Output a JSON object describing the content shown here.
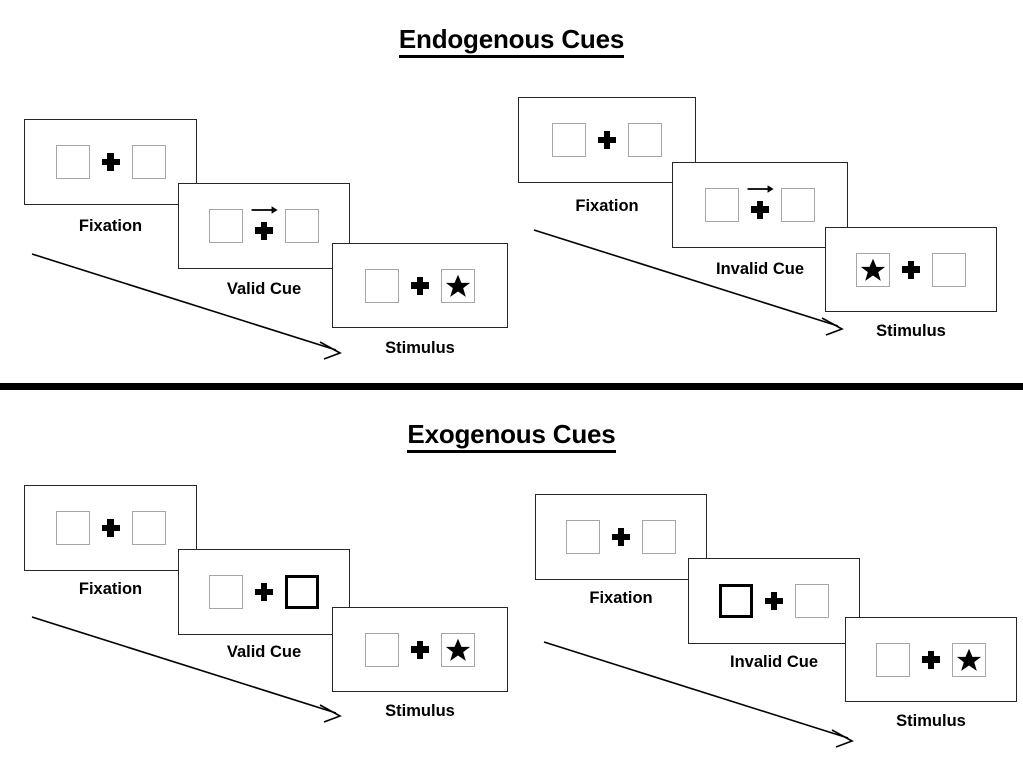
{
  "sections": [
    {
      "id": "endogenous",
      "title": "Endogenous Cues",
      "sequences": [
        {
          "id": "endogenous-valid",
          "panels": [
            {
              "id": "fixation",
              "label": "Fixation",
              "left_box": "empty",
              "right_box": "empty",
              "center": "plus",
              "cue": "none"
            },
            {
              "id": "valid-cue",
              "label": "Valid Cue",
              "left_box": "empty",
              "right_box": "empty",
              "center": "plus-with-arrow",
              "cue": "arrow-right-icon"
            },
            {
              "id": "stimulus",
              "label": "Stimulus",
              "left_box": "empty",
              "right_box": "star",
              "center": "plus",
              "cue": "none"
            }
          ]
        },
        {
          "id": "endogenous-invalid",
          "panels": [
            {
              "id": "fixation",
              "label": "Fixation",
              "left_box": "empty",
              "right_box": "empty",
              "center": "plus",
              "cue": "none"
            },
            {
              "id": "invalid-cue",
              "label": "Invalid Cue",
              "left_box": "empty",
              "right_box": "empty",
              "center": "plus-with-arrow",
              "cue": "arrow-right-icon"
            },
            {
              "id": "stimulus",
              "label": "Stimulus",
              "left_box": "star",
              "right_box": "empty",
              "center": "plus",
              "cue": "none"
            }
          ]
        }
      ]
    },
    {
      "id": "exogenous",
      "title": "Exogenous Cues",
      "sequences": [
        {
          "id": "exogenous-valid",
          "panels": [
            {
              "id": "fixation",
              "label": "Fixation",
              "left_box": "empty",
              "right_box": "empty",
              "center": "plus",
              "cue": "none"
            },
            {
              "id": "valid-cue",
              "label": "Valid Cue",
              "left_box": "empty",
              "right_box": "highlighted",
              "center": "plus",
              "cue": "box-flash-right"
            },
            {
              "id": "stimulus",
              "label": "Stimulus",
              "left_box": "empty",
              "right_box": "star",
              "center": "plus",
              "cue": "none"
            }
          ]
        },
        {
          "id": "exogenous-invalid",
          "panels": [
            {
              "id": "fixation",
              "label": "Fixation",
              "left_box": "empty",
              "right_box": "empty",
              "center": "plus",
              "cue": "none"
            },
            {
              "id": "invalid-cue",
              "label": "Invalid Cue",
              "left_box": "highlighted",
              "right_box": "empty",
              "center": "plus",
              "cue": "box-flash-left"
            },
            {
              "id": "stimulus",
              "label": "Stimulus",
              "left_box": "empty",
              "right_box": "star",
              "center": "plus",
              "cue": "none"
            }
          ]
        }
      ]
    }
  ],
  "icons": {
    "star": "star-icon",
    "plus": "fixation-cross-icon",
    "arrow_right": "arrow-right-icon",
    "time_flow": "time-flow-arrow-icon"
  },
  "colors": {
    "ink": "#000000",
    "frame": "#262626",
    "slot_border": "#a6a6a6",
    "background": "#ffffff"
  }
}
